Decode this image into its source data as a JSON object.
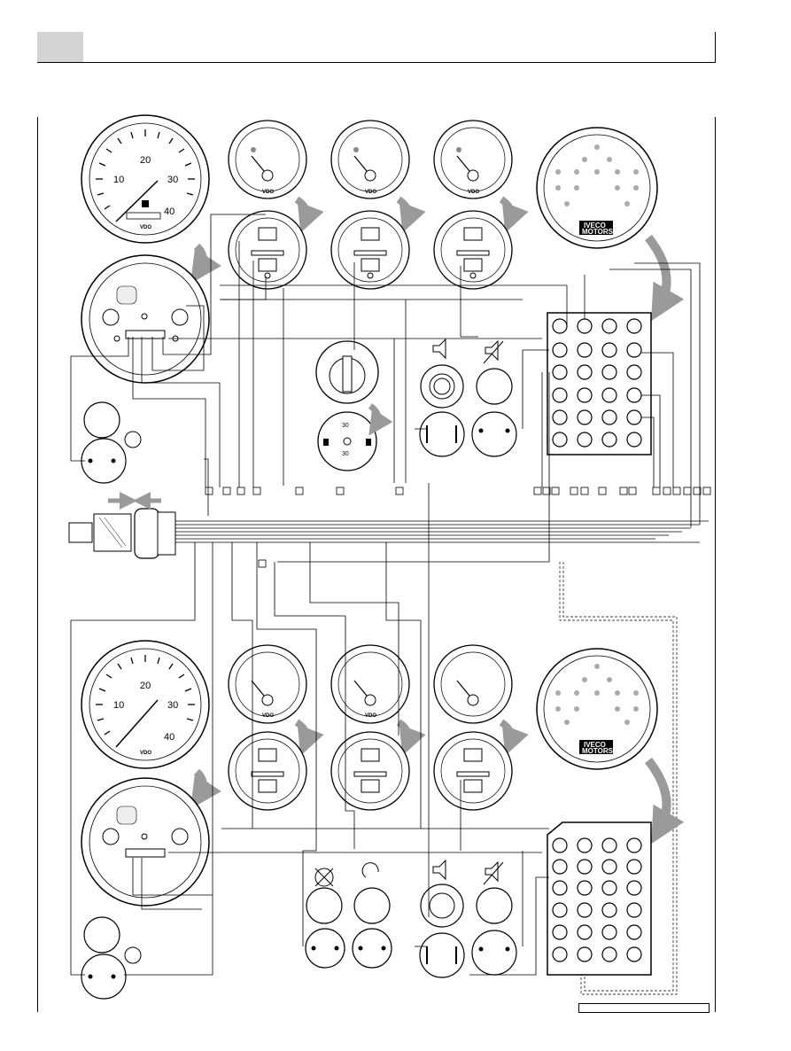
{
  "tachometer_top": {
    "scale": [
      "10",
      "20",
      "30",
      "40"
    ],
    "brand": "VDO"
  },
  "tachometer_bottom": {
    "scale": [
      "10",
      "20",
      "30",
      "40"
    ],
    "brand": "VDO"
  },
  "gauges": {
    "brand": "VDO"
  },
  "key_switch": {
    "label": "30"
  },
  "warning_panel": {
    "logo_line1": "IVECO",
    "logo_line2": "MOTORS"
  },
  "colors": {
    "arrow": "#9a9a9a",
    "header": "#d4d4d4",
    "line": "#000000"
  }
}
